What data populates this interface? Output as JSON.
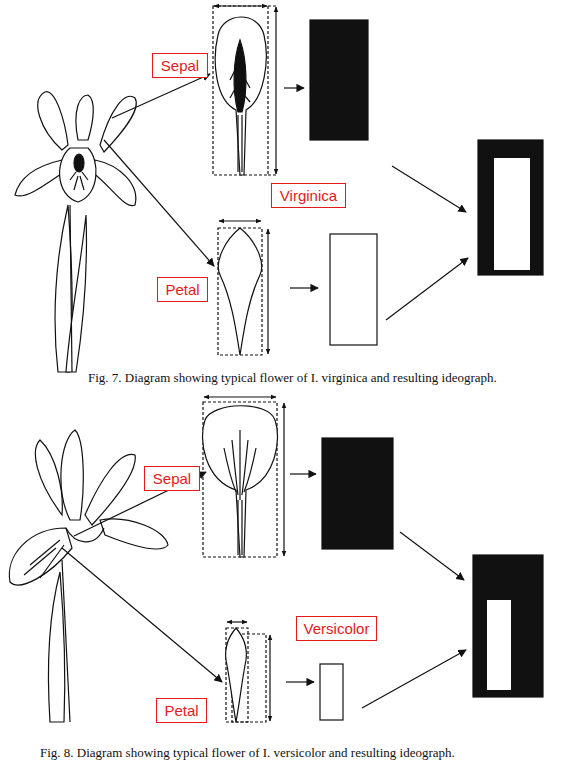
{
  "diagram": {
    "nodes": [
      {
        "text": [
          "Sepal"
        ]
      },
      {
        "text": [
          "Virginica"
        ]
      },
      {
        "text": [
          "Petal"
        ]
      },
      {
        "text": [
          "Sepal"
        ]
      },
      {
        "text": [
          "Versicolor"
        ]
      },
      {
        "text": [
          "Petal"
        ]
      }
    ],
    "labels": [
      "Fig. 7. Diagram showing typical flower of I. virginica and resulting ideograph.",
      "Fig. 8. Diagram showing typical flower of I. versicolor and resulting ideograph."
    ]
  }
}
